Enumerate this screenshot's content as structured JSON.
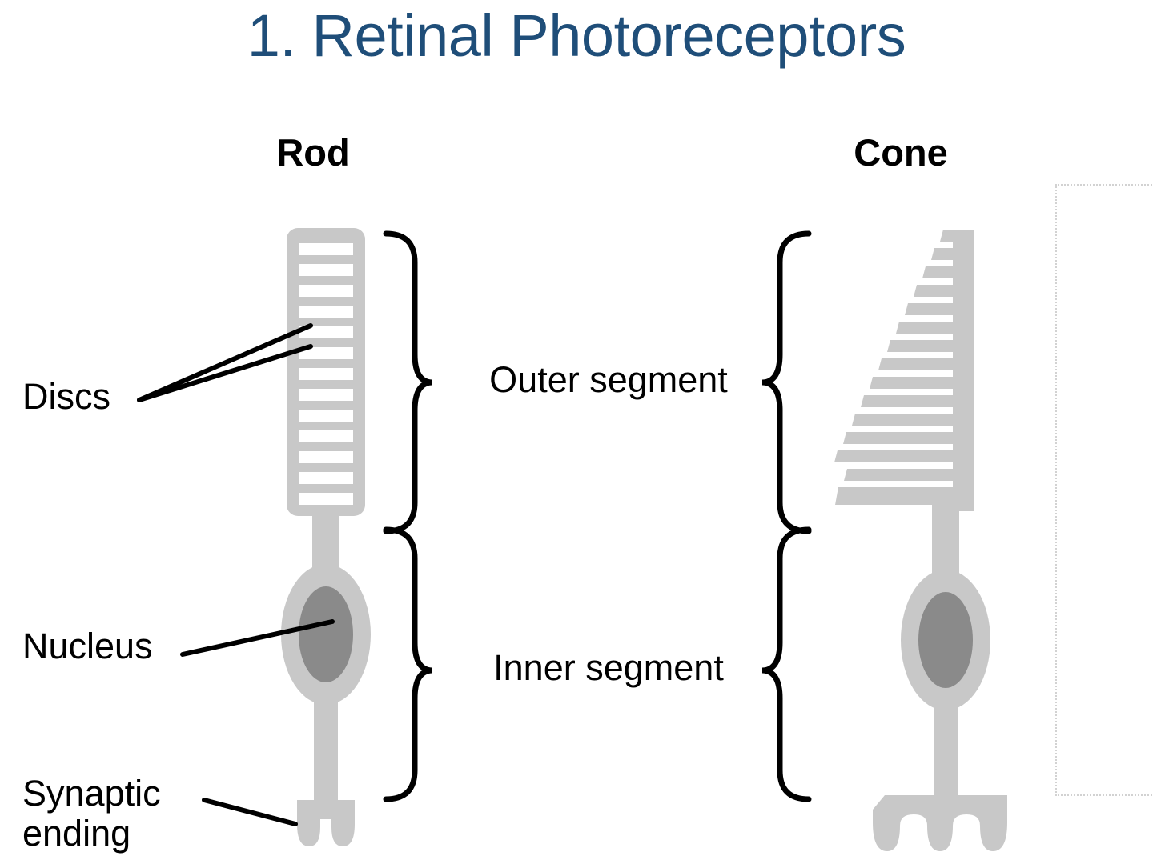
{
  "title": "1. Retinal Photoreceptors",
  "title_color": "#1F4E79",
  "cells": {
    "rod": {
      "name": "Rod",
      "outer_segment_discs": 13,
      "body_color": "#C8C8C8",
      "nucleus_color": "#8A8A8A",
      "disc_gap_color": "#FFFFFF",
      "synaptic_prongs": 2
    },
    "cone": {
      "name": "Cone",
      "outer_segment_discs": 15,
      "body_color": "#C8C8C8",
      "nucleus_color": "#8A8A8A",
      "disc_gap_color": "#FFFFFF",
      "synaptic_prongs": 3
    }
  },
  "annotations": {
    "discs": "Discs",
    "nucleus": "Nucleus",
    "synaptic_ending_line1": "Synaptic",
    "synaptic_ending_line2": "ending",
    "outer_segment": "Outer segment",
    "inner_segment": "Inner segment"
  },
  "brace_color": "#000000",
  "leader_line_color": "#000000",
  "dotted_frame_color": "#d2d2d2",
  "background_color": "#FFFFFF"
}
